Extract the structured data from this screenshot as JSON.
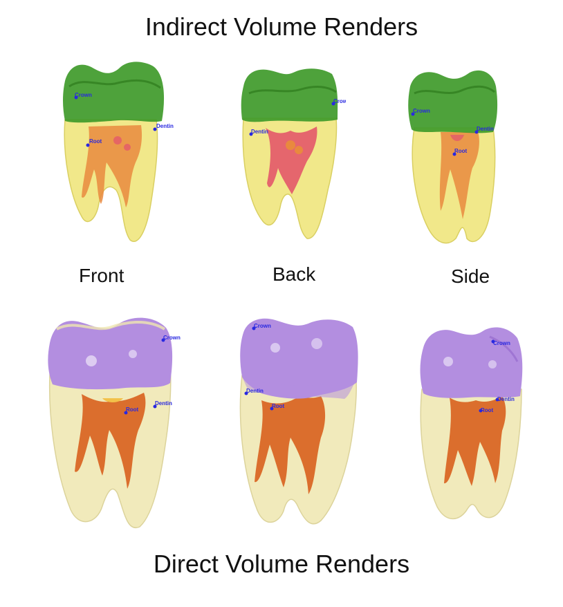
{
  "titles": {
    "indirect": "Indirect Volume Renders",
    "direct": "Direct Volume Renders"
  },
  "views": {
    "front": "Front",
    "back": "Back",
    "side": "Side"
  },
  "landmarks": {
    "crown": "Crown",
    "dentin": "Dentin",
    "root": "Root"
  },
  "colors": {
    "indirect_crown": "#3f9a2a",
    "indirect_dentin": "#f1e88a",
    "indirect_pulp": "#e9893e",
    "indirect_pulp_hot": "#e45a6a",
    "direct_crown": "#b38ee0",
    "direct_dentin": "#efe7b0",
    "direct_pulp": "#d8601e",
    "marker": "#2828e0"
  }
}
